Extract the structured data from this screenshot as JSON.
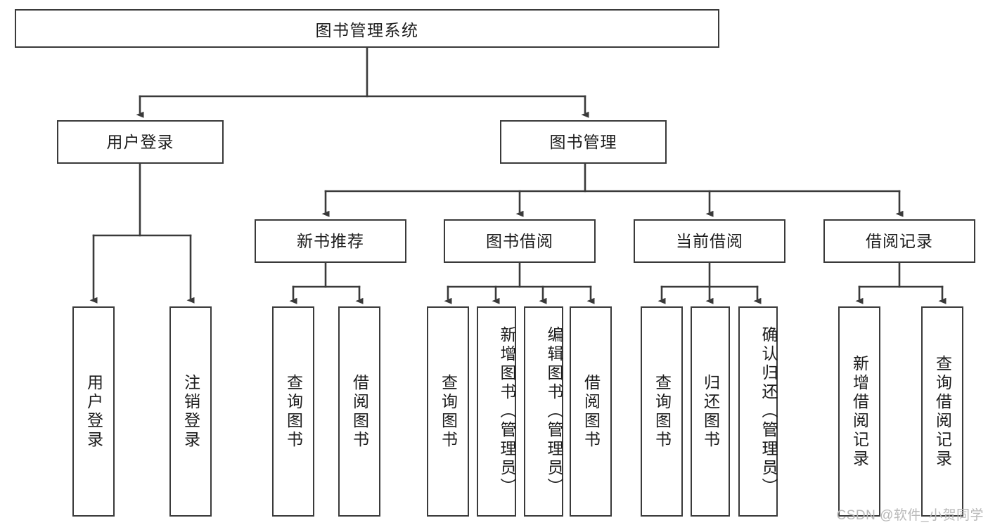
{
  "diagram": {
    "title": "图书管理系统",
    "type": "tree",
    "root": {
      "id": "root",
      "label": "图书管理系统"
    },
    "level2": [
      {
        "id": "user-login",
        "label": "用户登录"
      },
      {
        "id": "book-manage",
        "label": "图书管理"
      }
    ],
    "level3": [
      {
        "id": "new-book-rec",
        "label": "新书推荐",
        "parent": "book-manage"
      },
      {
        "id": "book-borrow",
        "label": "图书借阅",
        "parent": "book-manage"
      },
      {
        "id": "current-borrow",
        "label": "当前借阅",
        "parent": "book-manage"
      },
      {
        "id": "borrow-record",
        "label": "借阅记录",
        "parent": "book-manage"
      }
    ],
    "leaves": [
      {
        "id": "leaf-user-login",
        "label": "用户登录",
        "parent": "user-login"
      },
      {
        "id": "leaf-logout",
        "label": "注销登录",
        "parent": "user-login"
      },
      {
        "id": "leaf-query-book-1",
        "label": "查询图书",
        "parent": "new-book-rec"
      },
      {
        "id": "leaf-borrow-book-1",
        "label": "借阅图书",
        "parent": "new-book-rec"
      },
      {
        "id": "leaf-query-book-2",
        "label": "查询图书",
        "parent": "book-borrow"
      },
      {
        "id": "leaf-add-book",
        "label": "新增图书（管理员）",
        "parent": "book-borrow"
      },
      {
        "id": "leaf-edit-book",
        "label": "编辑图书（管理员）",
        "parent": "book-borrow"
      },
      {
        "id": "leaf-borrow-book-2",
        "label": "借阅图书",
        "parent": "book-borrow"
      },
      {
        "id": "leaf-query-book-3",
        "label": "查询图书",
        "parent": "current-borrow"
      },
      {
        "id": "leaf-return-book",
        "label": "归还图书",
        "parent": "current-borrow"
      },
      {
        "id": "leaf-confirm-return",
        "label": "确认归还（管理员）",
        "parent": "current-borrow"
      },
      {
        "id": "leaf-add-record",
        "label": "新增借阅记录",
        "parent": "borrow-record"
      },
      {
        "id": "leaf-query-record",
        "label": "查询借阅记录",
        "parent": "borrow-record"
      }
    ],
    "colors": {
      "stroke": "#3a3a3a",
      "fill": "#ffffff",
      "text": "#1c1c1c",
      "watermark": "#b9b9b9"
    }
  },
  "watermark": {
    "text": "CSDN @软件_小贺同学"
  }
}
